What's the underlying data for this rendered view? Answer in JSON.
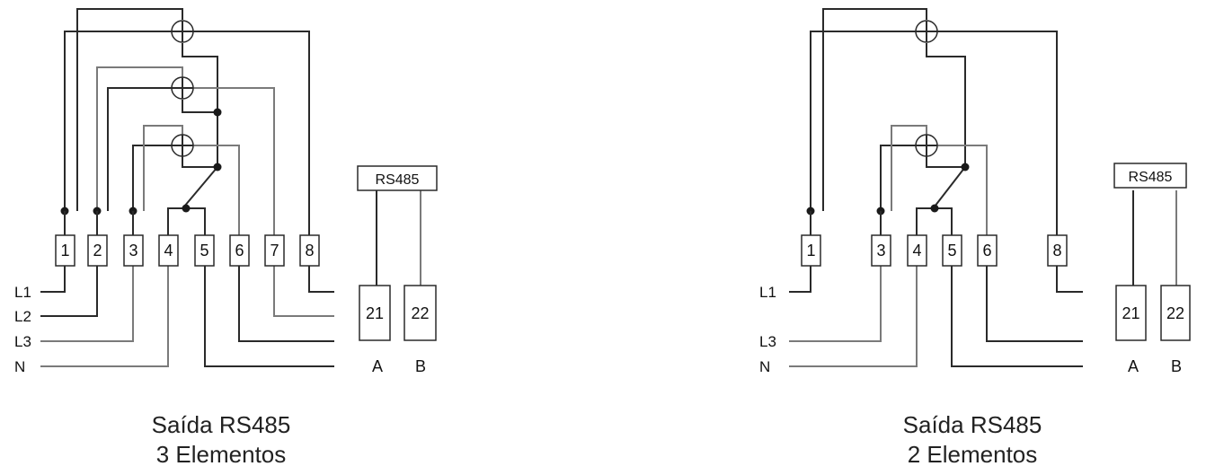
{
  "left": {
    "terminals": [
      "1",
      "2",
      "3",
      "4",
      "5",
      "6",
      "7",
      "8"
    ],
    "lines": [
      "L1",
      "L2",
      "L3",
      "N"
    ],
    "rs485": "RS485",
    "comm_terminals": [
      "21",
      "22"
    ],
    "comm_labels": [
      "A",
      "B"
    ],
    "caption_line1": "Saída RS485",
    "caption_line2": "3 Elementos"
  },
  "right": {
    "terminals": [
      "1",
      "3",
      "4",
      "5",
      "6",
      "8"
    ],
    "lines": [
      "L1",
      "L3",
      "N"
    ],
    "rs485": "RS485",
    "comm_terminals": [
      "21",
      "22"
    ],
    "comm_labels": [
      "A",
      "B"
    ],
    "caption_line1": "Saída RS485",
    "caption_line2": "2 Elementos"
  },
  "colors": {
    "wire": "#2a2a2a",
    "wire_gray": "#7a7a7a",
    "background": "#ffffff"
  }
}
